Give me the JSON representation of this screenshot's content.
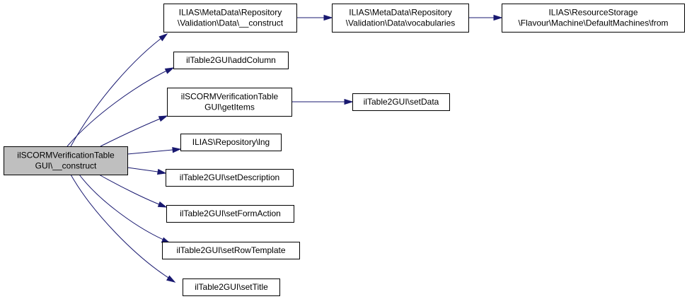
{
  "diagram": {
    "nodes": [
      {
        "id": "root",
        "lines": [
          "ilSCORMVerificationTable",
          "GUI\\__construct"
        ],
        "highlighted": true
      },
      {
        "id": "md_construct",
        "lines": [
          "ILIAS\\MetaData\\Repository",
          "\\Validation\\Data\\__construct"
        ]
      },
      {
        "id": "md_vocab",
        "lines": [
          "ILIAS\\MetaData\\Repository",
          "\\Validation\\Data\\vocabularies"
        ]
      },
      {
        "id": "rs_from",
        "lines": [
          "ILIAS\\ResourceStorage",
          "\\Flavour\\Machine\\DefaultMachines\\from"
        ]
      },
      {
        "id": "addColumn",
        "lines": [
          "ilTable2GUI\\addColumn"
        ]
      },
      {
        "id": "getItems",
        "lines": [
          "ilSCORMVerificationTable",
          "GUI\\getItems"
        ]
      },
      {
        "id": "setData",
        "lines": [
          "ilTable2GUI\\setData"
        ]
      },
      {
        "id": "lng",
        "lines": [
          "ILIAS\\Repository\\lng"
        ]
      },
      {
        "id": "setDescription",
        "lines": [
          "ilTable2GUI\\setDescription"
        ]
      },
      {
        "id": "setFormAction",
        "lines": [
          "ilTable2GUI\\setFormAction"
        ]
      },
      {
        "id": "setRowTemplate",
        "lines": [
          "ilTable2GUI\\setRowTemplate"
        ]
      },
      {
        "id": "setTitle",
        "lines": [
          "ilTable2GUI\\setTitle"
        ]
      }
    ],
    "edges": [
      {
        "from": "root",
        "to": "md_construct"
      },
      {
        "from": "md_construct",
        "to": "md_vocab"
      },
      {
        "from": "md_vocab",
        "to": "rs_from"
      },
      {
        "from": "root",
        "to": "addColumn"
      },
      {
        "from": "root",
        "to": "getItems"
      },
      {
        "from": "getItems",
        "to": "setData"
      },
      {
        "from": "root",
        "to": "lng"
      },
      {
        "from": "root",
        "to": "setDescription"
      },
      {
        "from": "root",
        "to": "setFormAction"
      },
      {
        "from": "root",
        "to": "setRowTemplate"
      },
      {
        "from": "root",
        "to": "setTitle"
      }
    ],
    "colors": {
      "edge": "#191970",
      "highlight_fill": "#bfbfbf",
      "node_fill": "#ffffff",
      "border": "#000000"
    }
  }
}
